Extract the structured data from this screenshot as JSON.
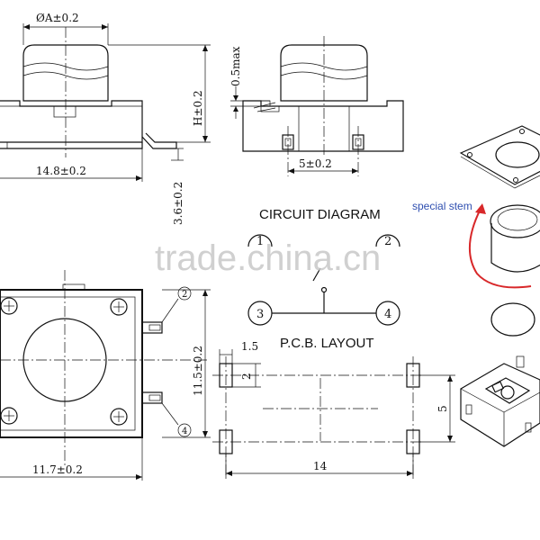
{
  "side_view": {
    "diameter_label": "ØA±0.2",
    "height_label": "H±0.2",
    "width_label": "14.8±0.2",
    "lead_label": "3.6±0.2"
  },
  "front_view": {
    "max_label": "0.5max",
    "pitch_label": "5±0.2"
  },
  "top_view": {
    "width_label": "11.7±0.2",
    "height_label": "11.5±0.2",
    "pin2": "2",
    "pin4": "4"
  },
  "circuit": {
    "title": "CIRCUIT  DIAGRAM",
    "pin1": "1",
    "pin2": "2",
    "pin3": "3",
    "pin4": "4"
  },
  "pcb": {
    "title": "P.C.B. LAYOUT",
    "pad_w": "1.5",
    "pad_h": "2",
    "span_x": "14",
    "span_y": "5"
  },
  "iso": {
    "stem_label": "special stem"
  },
  "watermark": "trade.china.cn"
}
